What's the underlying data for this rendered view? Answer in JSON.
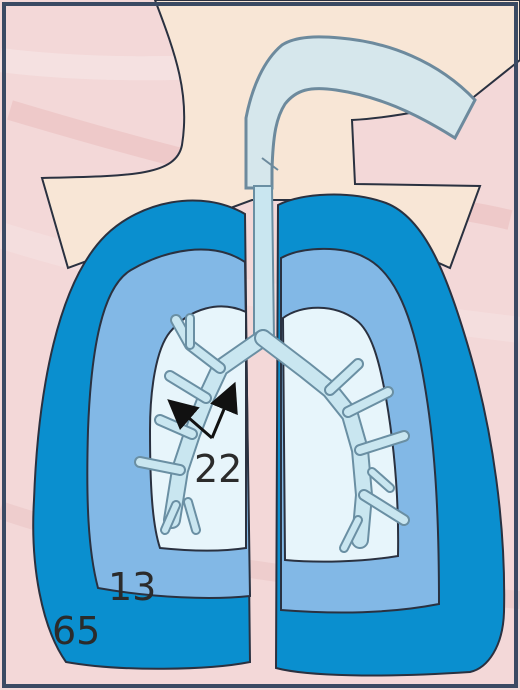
{
  "labels": {
    "outer": "65",
    "middle": "13",
    "inner": "22"
  },
  "colors": {
    "background": "#f3d8d8",
    "background_streak": "#e9b8b8",
    "frame_border": "#3a4a63",
    "body_silhouette": "#f8e6d6",
    "outer_zone": "#0a8fcf",
    "middle_zone": "#82b8e6",
    "inner_zone": "#e7f5fb",
    "airway_fill": "#c9e6f0",
    "airway_stroke": "#6a8fa3",
    "outline": "#2a3140",
    "arrow": "#111111"
  },
  "icons": {
    "arrows": "double-arrow-icon"
  }
}
